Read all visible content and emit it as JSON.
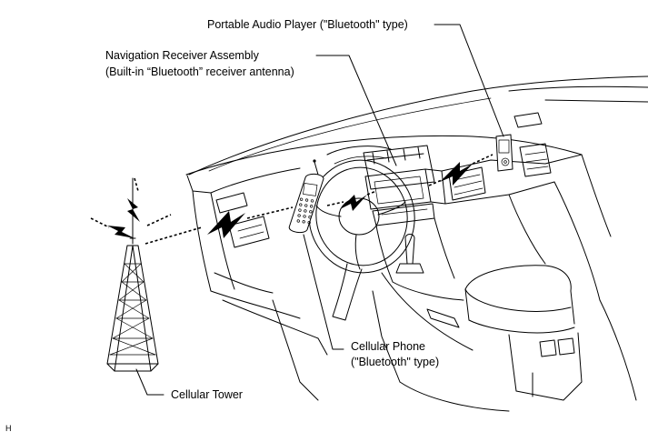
{
  "labels": {
    "portable_audio": "Portable Audio Player (\"Bluetooth\" type)",
    "nav_line1": "Navigation Receiver Assembly",
    "nav_line2": "(Built-in “Bluetooth” receiver antenna)",
    "phone_line1": "Cellular Phone",
    "phone_line2": "(\"Bluetooth\" type)",
    "tower": "Cellular Tower"
  },
  "figure_code": "H"
}
